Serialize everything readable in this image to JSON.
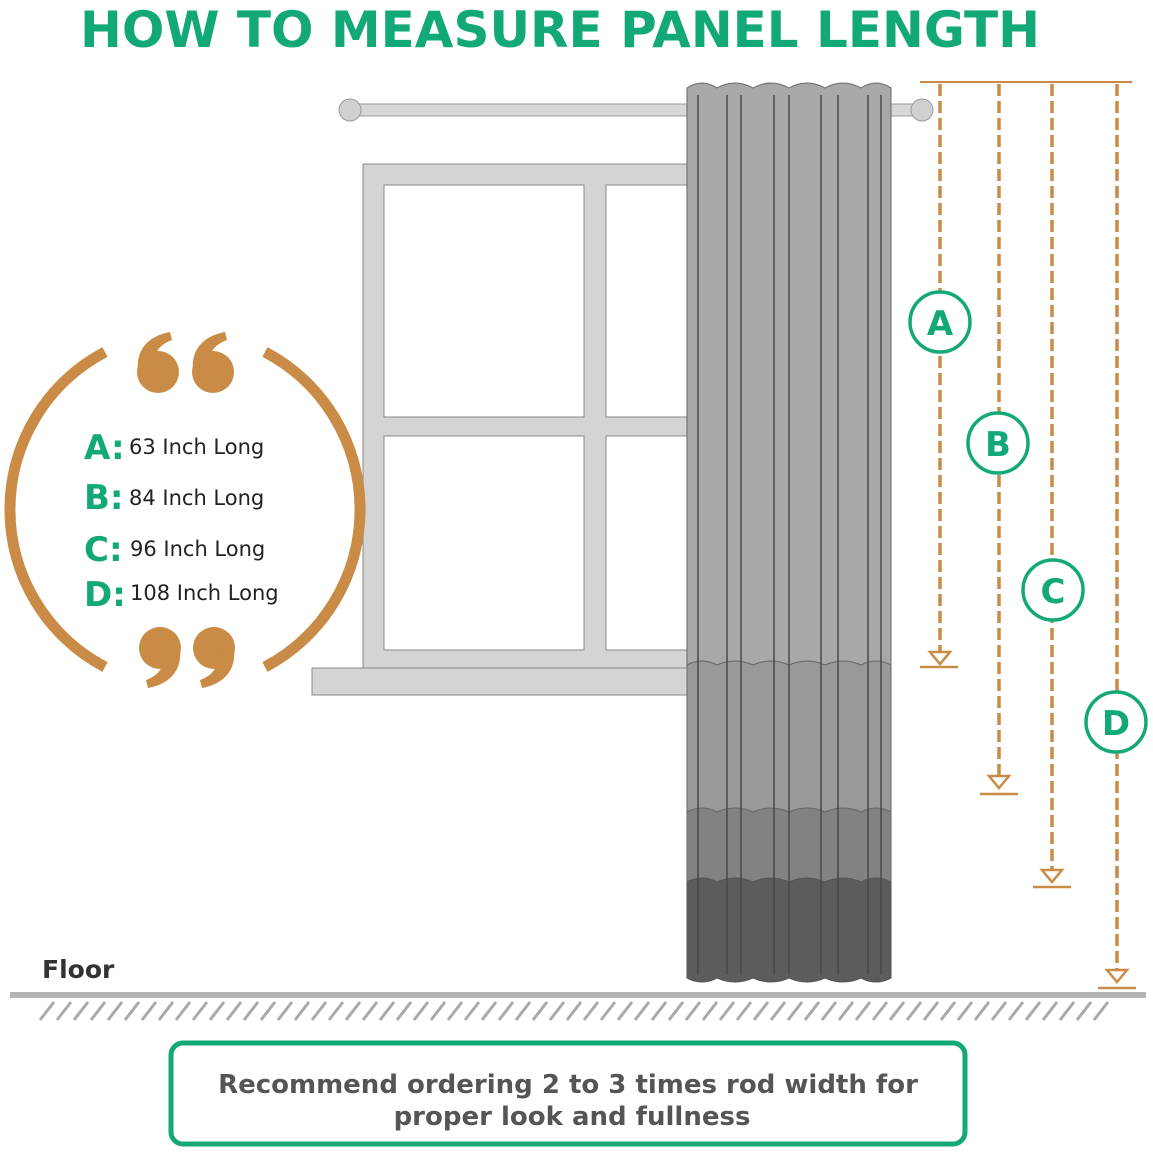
{
  "title": "HOW TO MEASURE PANEL LENGTH",
  "legend": [
    {
      "key": "A:",
      "text": "63 Inch Long"
    },
    {
      "key": "B:",
      "text": "84 Inch Long"
    },
    {
      "key": "C:",
      "text": "96 Inch Long"
    },
    {
      "key": "D:",
      "text": "108 Inch Long"
    }
  ],
  "markers": [
    "A",
    "B",
    "C",
    "D"
  ],
  "floor_label": "Floor",
  "note": {
    "line1": "Recommend ordering 2 to 3 times rod width for",
    "line2": "proper look and fullness"
  },
  "colors": {
    "green": "#12a878",
    "orange": "#c98b45",
    "curtain": "#a9a7a8"
  }
}
